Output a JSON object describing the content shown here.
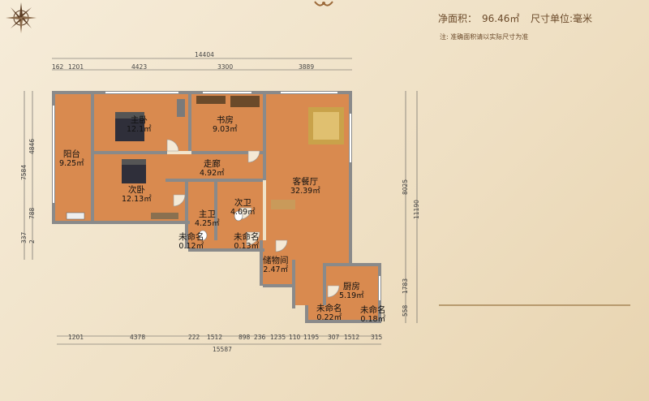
{
  "header": {
    "net_area_label": "净面积：",
    "net_area_value": "96.46㎡",
    "unit_label": "尺寸单位:毫米",
    "note": "注: 准确面积请以实际尺寸为准"
  },
  "icons": {
    "compass": "compass-icon",
    "ornament": "ornament-icon"
  },
  "colors": {
    "floor": "#d98a4f",
    "wall": "#8a8a8a",
    "background": "#f3e6cf",
    "text_accent": "#6b4a2a"
  },
  "rooms": [
    {
      "name": "主卧",
      "area": "12.1㎡"
    },
    {
      "name": "书房",
      "area": "9.03㎡"
    },
    {
      "name": "阳台",
      "area": "9.25㎡"
    },
    {
      "name": "走廊",
      "area": "4.92㎡"
    },
    {
      "name": "客餐厅",
      "area": "32.39㎡"
    },
    {
      "name": "次卧",
      "area": "12.13㎡"
    },
    {
      "name": "次卫",
      "area": "4.09㎡"
    },
    {
      "name": "主卫",
      "area": "4.25㎡"
    },
    {
      "name": "未命名",
      "area": "0.12㎡"
    },
    {
      "name": "未命名",
      "area": "0.13㎡"
    },
    {
      "name": "储物间",
      "area": "2.47㎡"
    },
    {
      "name": "厨房",
      "area": "5.19㎡"
    },
    {
      "name": "未命名",
      "area": "0.22㎡"
    },
    {
      "name": "未命名",
      "area": "0.18㎡"
    }
  ],
  "dimensions": {
    "top_total": "14404",
    "top": [
      "162",
      "1201",
      "4423",
      "3300",
      "3889"
    ],
    "bottom": [
      "1201",
      "4378",
      "222",
      "1512",
      "898",
      "236",
      "1235",
      "110",
      "1195",
      "307",
      "1512",
      "315"
    ],
    "bottom_total": "15587",
    "left": [
      "7584",
      "4846",
      "788",
      "337"
    ],
    "left_extra": "2",
    "right": [
      "8025",
      "11190",
      "1783",
      "558"
    ]
  }
}
